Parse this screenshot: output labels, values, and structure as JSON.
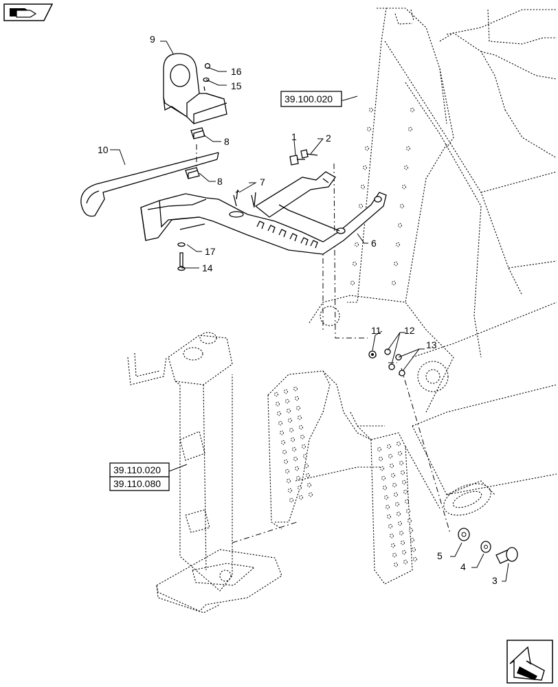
{
  "callouts": [
    {
      "id": "c9",
      "text": "9"
    },
    {
      "id": "c16",
      "text": "16"
    },
    {
      "id": "c15",
      "text": "15"
    },
    {
      "id": "c8a",
      "text": "8"
    },
    {
      "id": "c10",
      "text": "10"
    },
    {
      "id": "c8b",
      "text": "8"
    },
    {
      "id": "c1",
      "text": "1"
    },
    {
      "id": "c2",
      "text": "2"
    },
    {
      "id": "c7",
      "text": "7"
    },
    {
      "id": "c6",
      "text": "6"
    },
    {
      "id": "c17",
      "text": "17"
    },
    {
      "id": "c14",
      "text": "14"
    },
    {
      "id": "c11",
      "text": "11"
    },
    {
      "id": "c12",
      "text": "12"
    },
    {
      "id": "c13",
      "text": "13"
    },
    {
      "id": "c5",
      "text": "5"
    },
    {
      "id": "c4",
      "text": "4"
    },
    {
      "id": "c3",
      "text": "3"
    }
  ],
  "references": [
    {
      "id": "ref1",
      "text": "39.100.020"
    },
    {
      "id": "ref2",
      "text": "39.110.020"
    },
    {
      "id": "ref3",
      "text": "39.110.080"
    }
  ],
  "icons": {
    "top_left": "pallet-fork-icon",
    "bottom_right": "navigate-arrow-icon"
  }
}
